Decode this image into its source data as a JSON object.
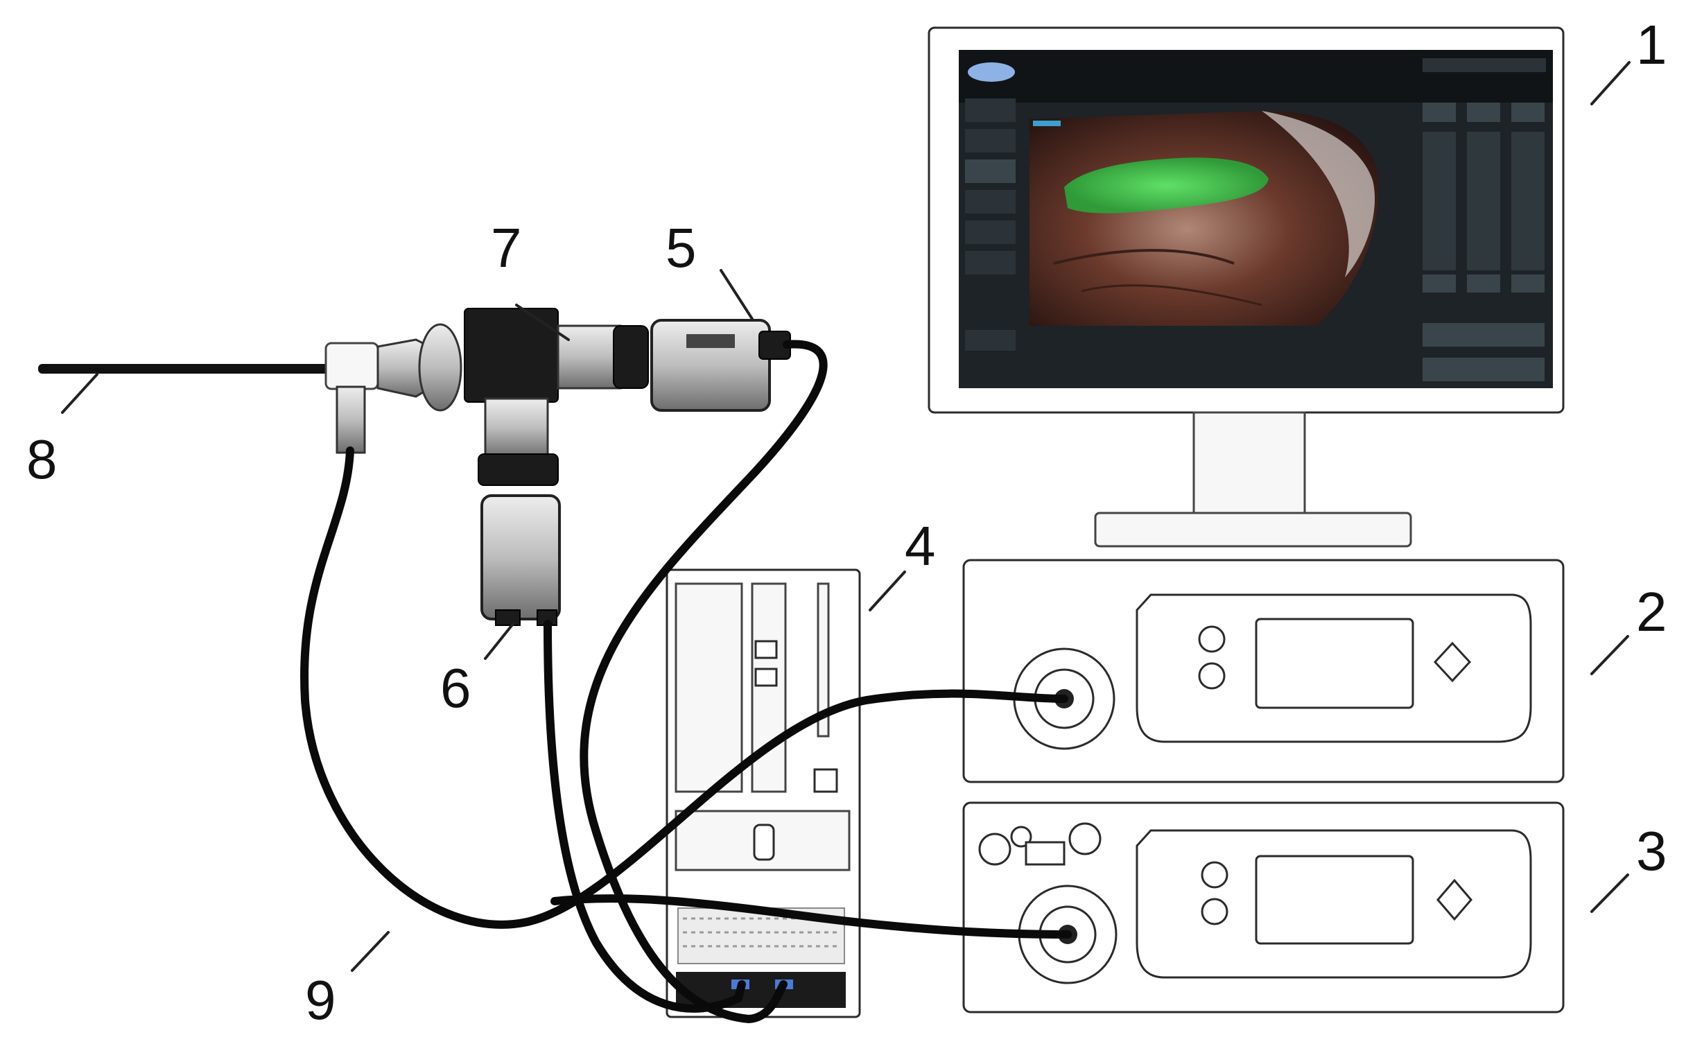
{
  "figure": {
    "labels": [
      {
        "id": "monitor",
        "text": "1"
      },
      {
        "id": "unit-upper",
        "text": "2"
      },
      {
        "id": "unit-lower",
        "text": "3"
      },
      {
        "id": "computer-tower",
        "text": "4"
      },
      {
        "id": "camera-head-5",
        "text": "5"
      },
      {
        "id": "camera-head-6",
        "text": "6"
      },
      {
        "id": "beam-splitter",
        "text": "7"
      },
      {
        "id": "endoscope",
        "text": "8"
      },
      {
        "id": "cables",
        "text": "9"
      }
    ]
  },
  "colors": {
    "line_art": "#2b2b2b",
    "cable": "#0a0a0a",
    "screen_bg": "#1d2327",
    "fluorescence_overlay": "#3ad14a",
    "tissue": "#6b3a2c"
  }
}
